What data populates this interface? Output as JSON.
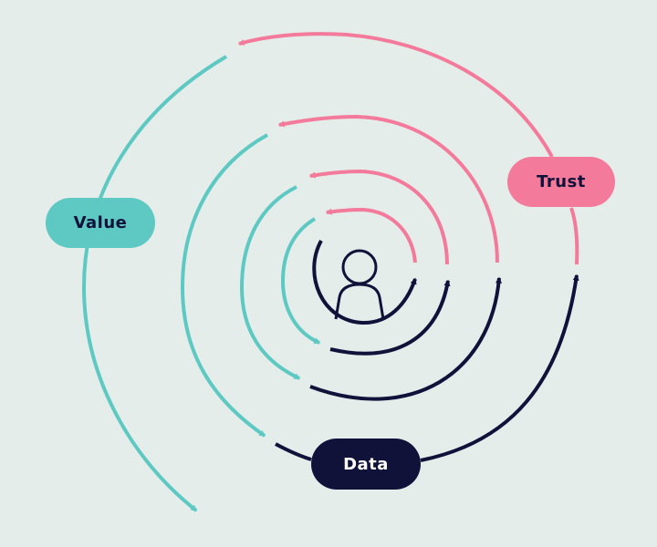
{
  "labels": {
    "value": "Value",
    "trust": "Trust",
    "data": "Data"
  },
  "icons": {
    "center": "person-icon"
  },
  "colors": {
    "background": "#e4edea",
    "value": "#5dc9c2",
    "trust": "#f47a9b",
    "data": "#10123a"
  }
}
